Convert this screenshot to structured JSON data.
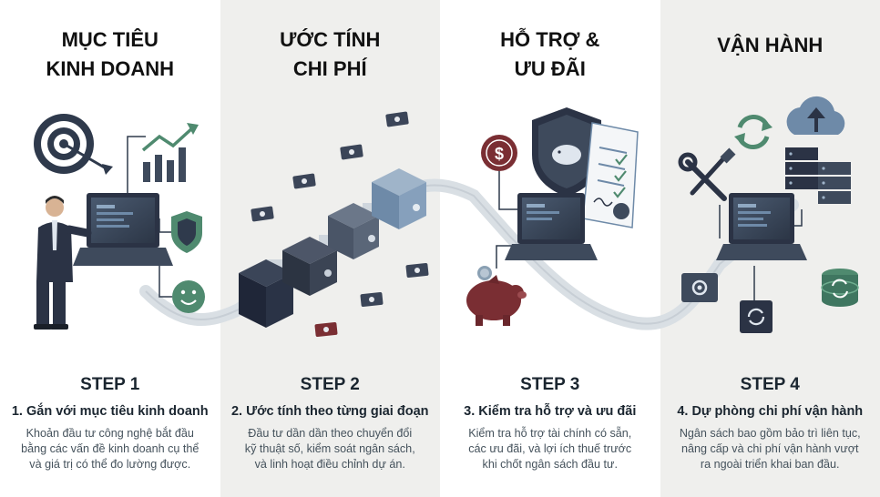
{
  "columns": [
    {
      "heading": [
        "MỤC TIÊU",
        "KINH DOANH"
      ],
      "step": "STEP 1",
      "title": "1. Gắn với mục tiêu kinh doanh",
      "desc": [
        "Khoản đầu tư công nghệ bắt đầu",
        "bằng các vấn đề kinh doanh cụ thể",
        "và giá trị có thể đo lường được."
      ]
    },
    {
      "heading": [
        "ƯỚC TÍNH",
        "CHI PHÍ"
      ],
      "step": "STEP 2",
      "title": "2. Ước tính theo từng giai đoạn",
      "desc": [
        "Đầu tư dần dần theo chuyển đổi",
        "kỹ thuật số, kiểm soát ngân sách,",
        "và linh hoạt điều chỉnh dự án."
      ]
    },
    {
      "heading": [
        "HỖ TRỢ &",
        "ƯU ĐÃI"
      ],
      "step": "STEP 3",
      "title": "3. Kiểm tra hỗ trợ và ưu đãi",
      "desc": [
        "Kiểm tra hỗ trợ tài chính có sẵn,",
        "các ưu đãi, và lợi ích thuế trước",
        "khi chốt ngân sách đầu tư."
      ]
    },
    {
      "heading": [
        "VẬN HÀNH"
      ],
      "step": "STEP 4",
      "title": "4. Dự phòng chi phí vận hành",
      "desc": [
        "Ngân sách bao gồm bảo trì liên tục,",
        "nâng cấp và chi phí vận hành vượt",
        "ra ngoài triển khai ban đầu."
      ]
    }
  ],
  "icons": {
    "col1": [
      "target-icon",
      "growth-chart-icon",
      "shield-icon",
      "smiley-icon",
      "businessman-icon",
      "laptop-icon"
    ],
    "col2": [
      "cube-stage-icon",
      "money-bill-icon"
    ],
    "col3": [
      "dollar-coin-icon",
      "shield-piggy-icon",
      "checklist-document-icon",
      "piggy-bank-icon",
      "laptop-icon"
    ],
    "col4": [
      "tools-icon",
      "refresh-icon",
      "cloud-upload-icon",
      "server-rack-icon",
      "laptop-icon",
      "settings-panel-icon",
      "sync-panel-icon",
      "database-sync-icon"
    ]
  },
  "colors": {
    "dark_navy": "#2b3345",
    "slate": "#3e4a5c",
    "steel_blue": "#6e8aa8",
    "accent_green": "#4f8a6f",
    "accent_red": "#7a2e33",
    "path": "#d9dfe4"
  }
}
